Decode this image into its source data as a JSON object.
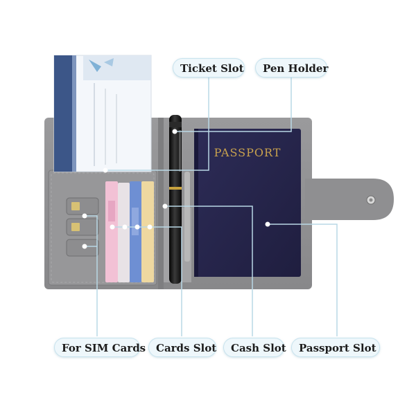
{
  "product": {
    "passport_title": "PASSPORT"
  },
  "callouts": {
    "ticket_slot": "Ticket Slot",
    "pen_holder": "Pen Holder",
    "sim_cards": "For SIM Cards",
    "cards_slot": "Cards Slot",
    "cash_slot": "Cash Slot",
    "passport_slot": "Passport Slot"
  },
  "colors": {
    "leather_grey": "#8e8e90",
    "passport_navy": "#27264d",
    "passport_gold": "#c9a24e",
    "callout_line": "#b9d8e6"
  }
}
